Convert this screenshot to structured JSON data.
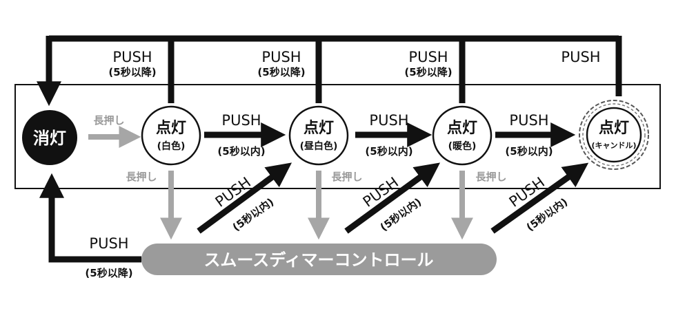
{
  "states": {
    "off": "消灯",
    "on_label": "点灯",
    "white": "(白色)",
    "neutral": "(昼白色)",
    "warm": "(暖色)",
    "candle": "(キャンドル)"
  },
  "labels": {
    "push": "PUSH",
    "over5": "(5秒以降)",
    "within5": "(5秒以内)",
    "long_press": "長押し",
    "smooth_dimmer": "スムースディマーコントロール"
  },
  "colors": {
    "black": "#111111",
    "gray_arrow": "#a6a6a6",
    "dimmer_fill": "#9b9b9b"
  }
}
